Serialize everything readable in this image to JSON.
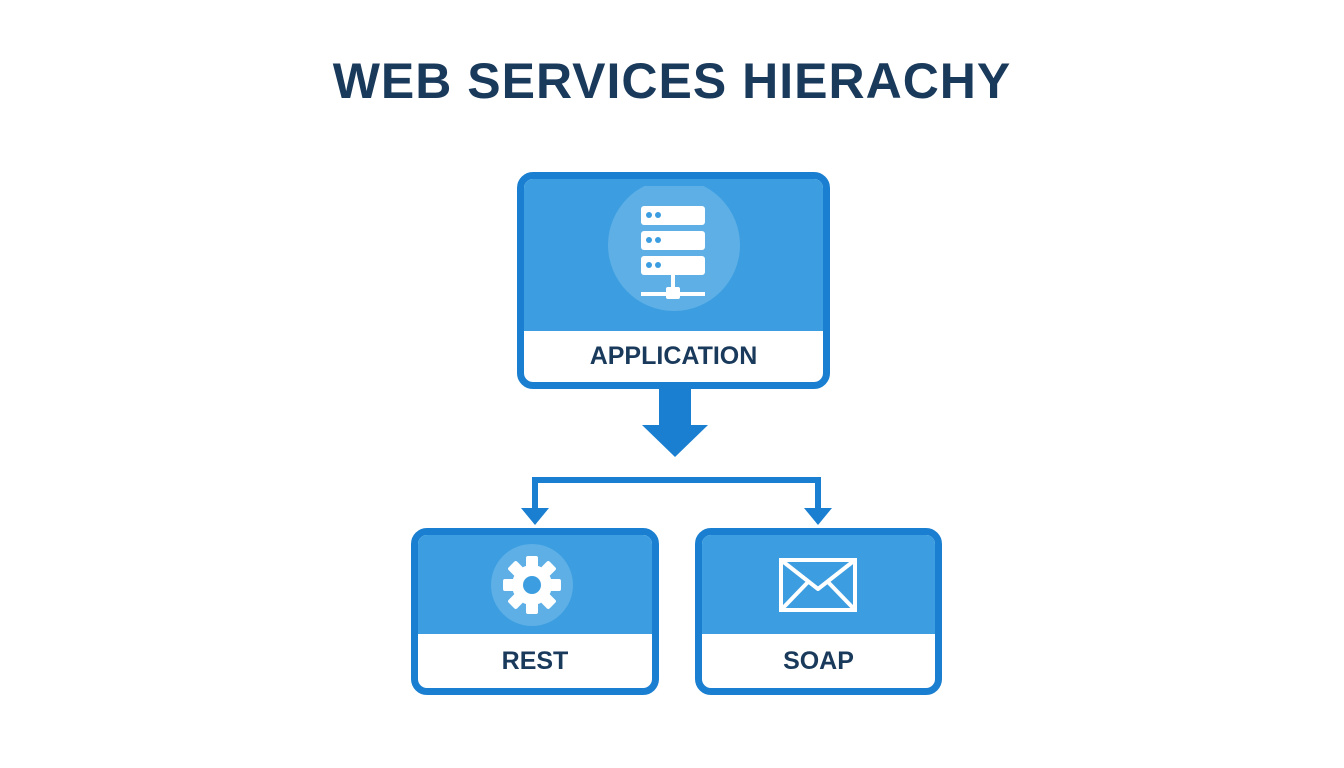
{
  "diagram": {
    "title": "WEB SERVICES HIERACHY",
    "nodes": {
      "application": {
        "label": "APPLICATION",
        "icon": "server-icon"
      },
      "rest": {
        "label": "REST",
        "icon": "gear-icon"
      },
      "soap": {
        "label": "SOAP",
        "icon": "envelope-icon"
      }
    },
    "colors": {
      "title": "#1a3a5c",
      "border": "#1a7fd0",
      "fill": "#3c9ee0",
      "label": "#1a3a5c"
    }
  }
}
